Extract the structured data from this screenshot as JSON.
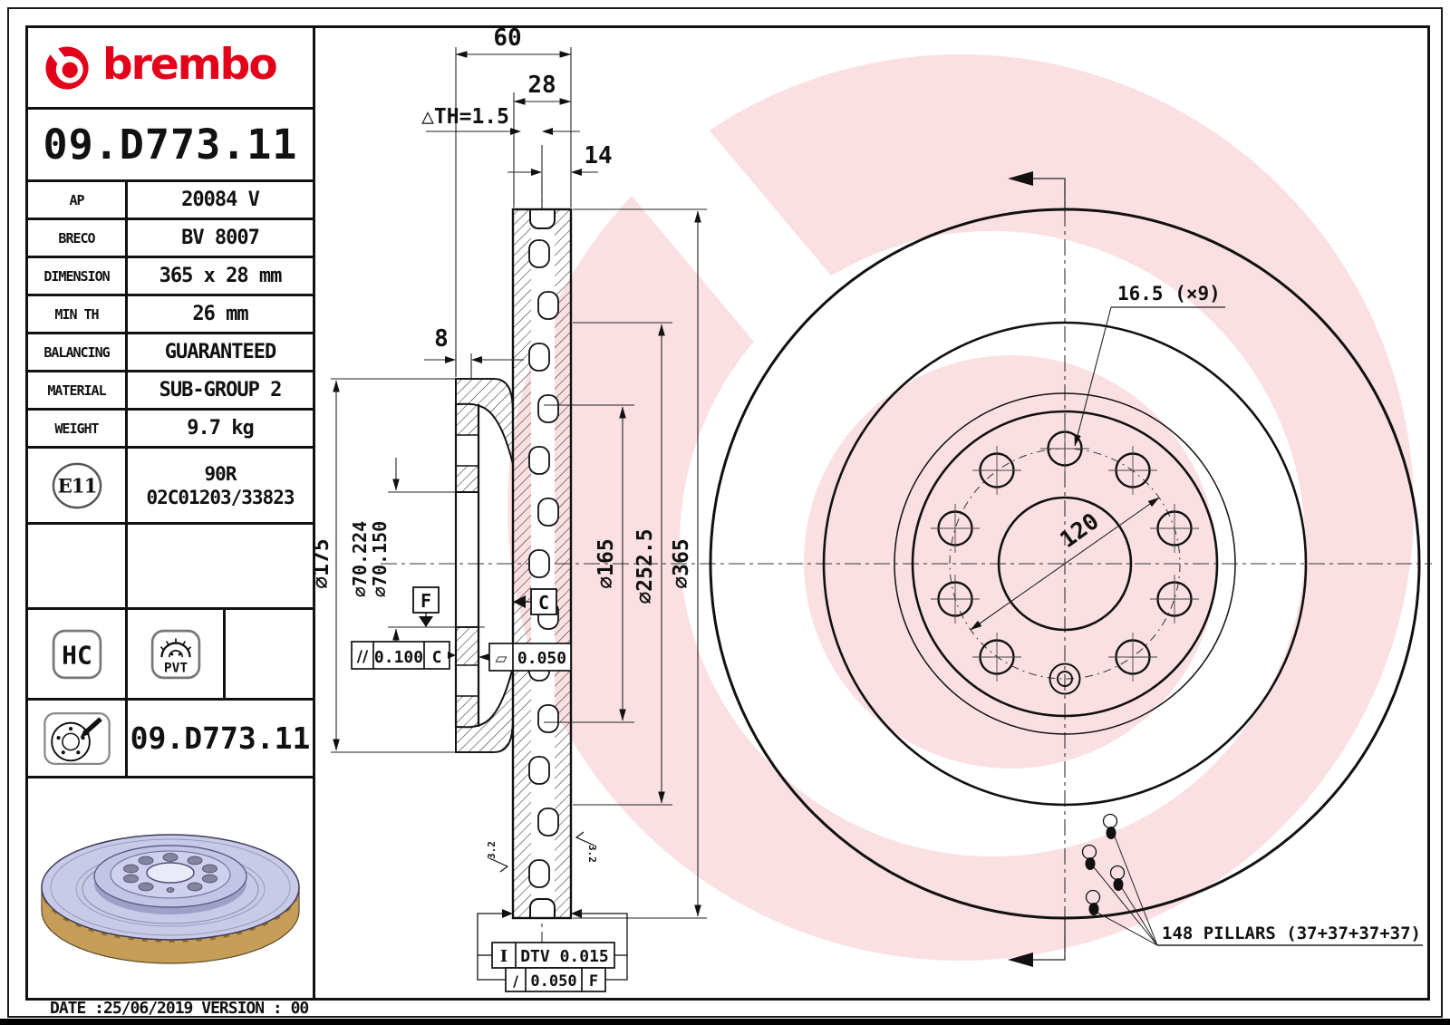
{
  "brand": {
    "wordmark": "brembo"
  },
  "part_number": "09.D773.11",
  "spec_rows": [
    {
      "label": "AP",
      "value": "20084 V"
    },
    {
      "label": "BRECO",
      "value": "BV 8007"
    },
    {
      "label": "DIMENSION",
      "value": "365 x 28 mm"
    },
    {
      "label": "MIN TH",
      "value": "26 mm"
    },
    {
      "label": "BALANCING",
      "value": "GUARANTEED"
    },
    {
      "label": "MATERIAL",
      "value": "SUB-GROUP 2"
    },
    {
      "label": "WEIGHT",
      "value": "9.7 kg"
    }
  ],
  "approval": {
    "badge": "E11",
    "line1": "90R",
    "line2": "02C01203/33823"
  },
  "badges": {
    "hc": "HC",
    "pvt": "PVT"
  },
  "footer_block": {
    "part_number": "09.D773.11"
  },
  "date_line": "DATE :25/06/2019 VERSION : 00",
  "drawing": {
    "dim_60": "60",
    "dim_28": "28",
    "dim_th": "△TH=1.5",
    "dim_14": "14",
    "dim_8": "8",
    "dia_175": "⌀175",
    "dia_70_224": "⌀70.224",
    "dia_70_150": "⌀70.150",
    "dia_165": "⌀165",
    "dia_252_5": "⌀252.5",
    "dia_365": "⌀365",
    "datum_f": "F",
    "datum_c": "C",
    "fcf_parallel_sym": "//",
    "fcf_parallel_val": "0.100",
    "fcf_parallel_ref": "C",
    "fcf_flat_sym": "▱",
    "fcf_flat_val": "0.050",
    "fcf_dtv_sym": "I",
    "fcf_dtv_val": "DTV 0.015",
    "fcf_runout_sym": "/",
    "fcf_runout_val": "0.050",
    "fcf_runout_ref": "F",
    "rough_left": "3.2",
    "rough_right": "3.2",
    "bolt_note": "16.5 (×9)",
    "bolt_circle": "120",
    "pillars_note": "148 PILLARS (37+37+37+37)"
  }
}
